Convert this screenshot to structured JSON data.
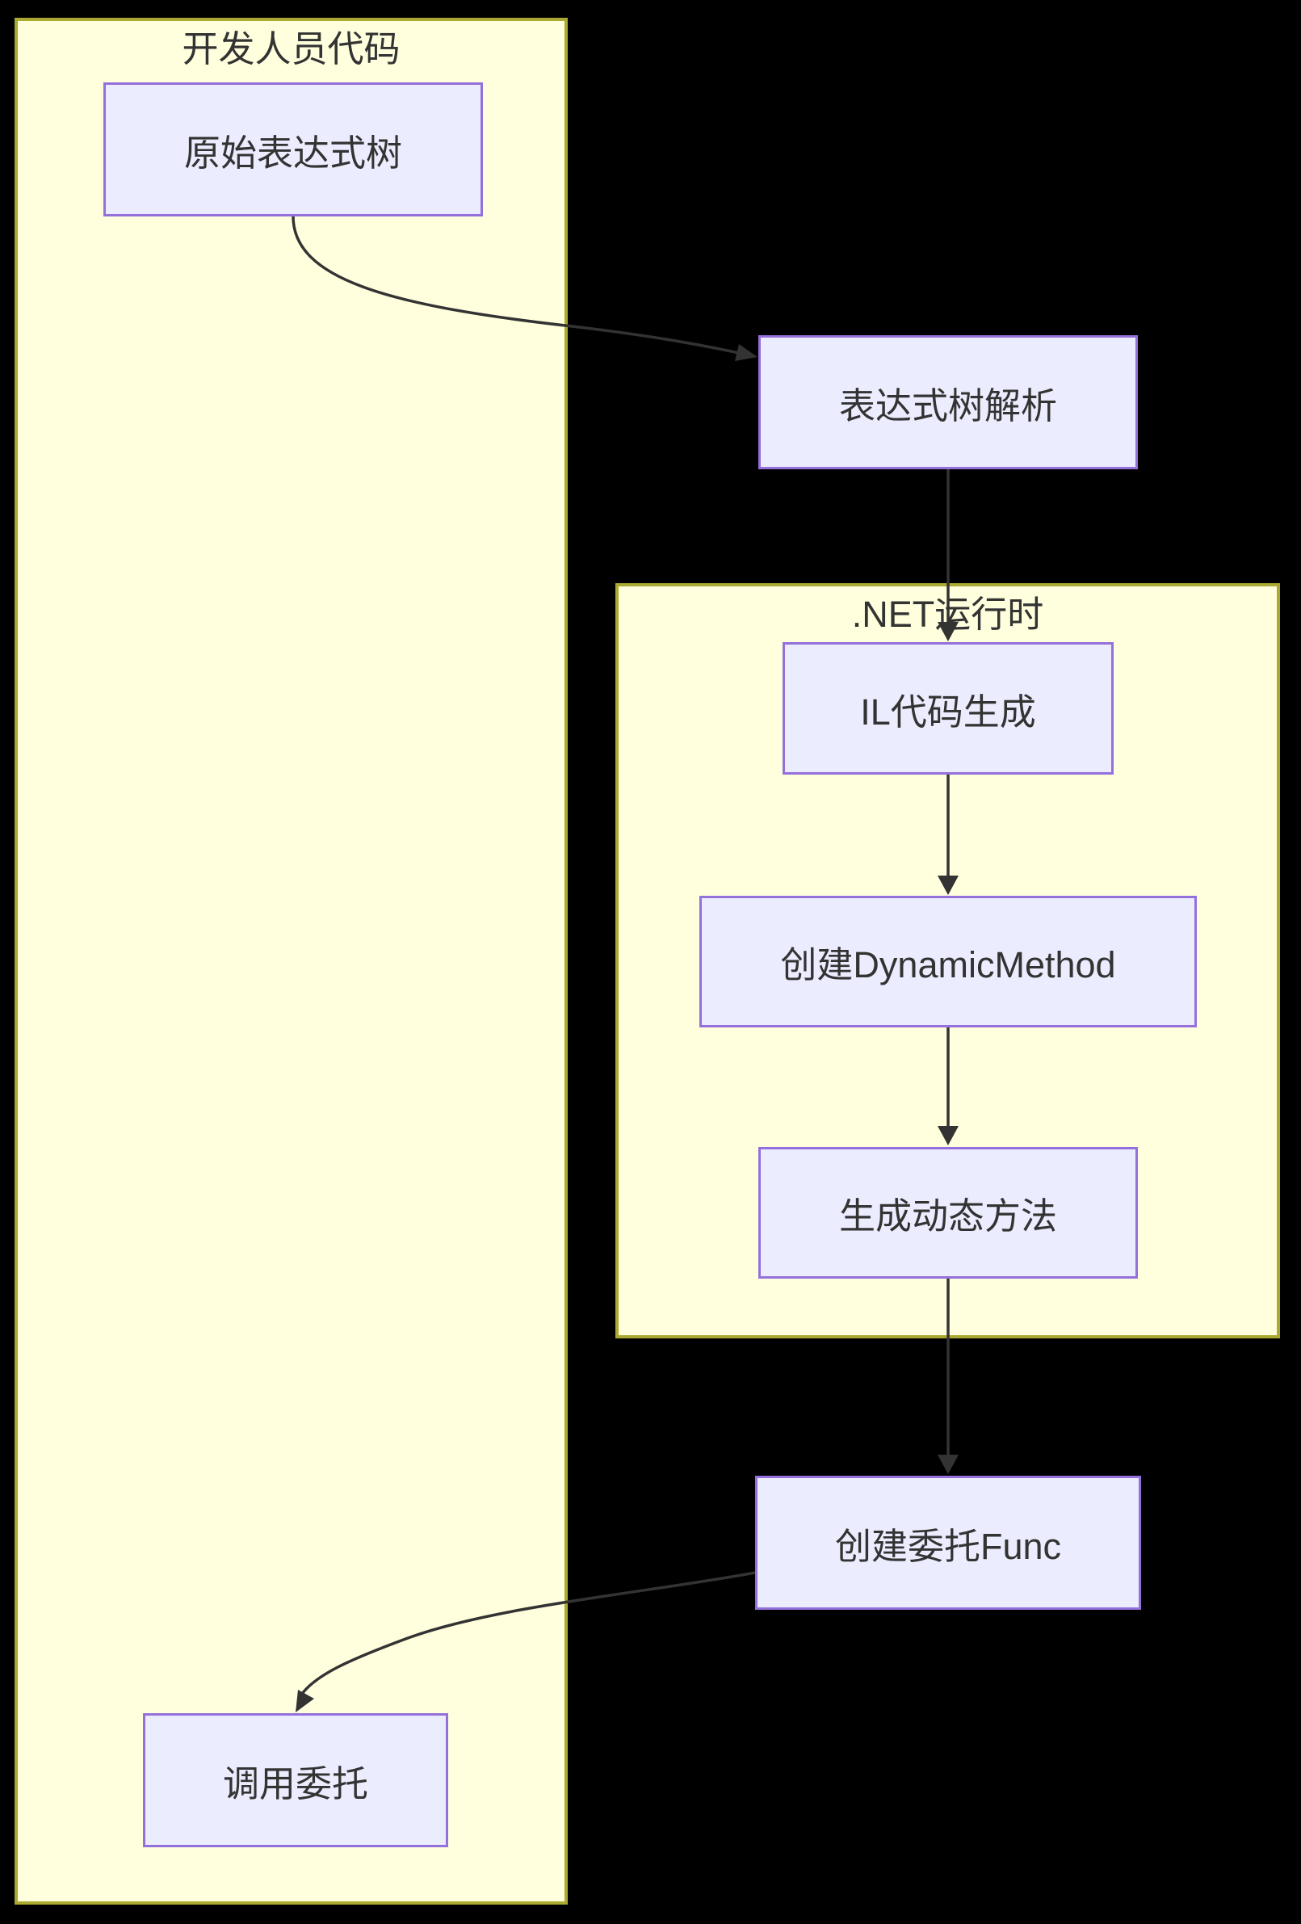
{
  "diagram": {
    "type": "flowchart",
    "direction": "top-down",
    "clusters": [
      {
        "id": "developer_code",
        "title": "开发人员代码",
        "nodes": [
          "original_expression_tree",
          "invoke_delegate"
        ]
      },
      {
        "id": "dotnet_runtime",
        "title": ".NET运行时",
        "nodes": [
          "il_code_generation",
          "create_dynamicmethod",
          "generate_dynamic_method"
        ]
      }
    ],
    "nodes": {
      "original_expression_tree": {
        "label": "原始表达式树",
        "cluster": "developer_code"
      },
      "expression_tree_parse": {
        "label": "表达式树解析",
        "cluster": ""
      },
      "il_code_generation": {
        "label": "IL代码生成",
        "cluster": "dotnet_runtime"
      },
      "create_dynamicmethod": {
        "label": "创建DynamicMethod",
        "cluster": "dotnet_runtime"
      },
      "generate_dynamic_method": {
        "label": "生成动态方法",
        "cluster": "dotnet_runtime"
      },
      "create_delegate_func": {
        "label": "创建委托Func",
        "cluster": ""
      },
      "invoke_delegate": {
        "label": "调用委托",
        "cluster": "developer_code"
      }
    },
    "edges": [
      {
        "from": "original_expression_tree",
        "to": "expression_tree_parse"
      },
      {
        "from": "expression_tree_parse",
        "to": "il_code_generation"
      },
      {
        "from": "il_code_generation",
        "to": "create_dynamicmethod"
      },
      {
        "from": "create_dynamicmethod",
        "to": "generate_dynamic_method"
      },
      {
        "from": "generate_dynamic_method",
        "to": "create_delegate_func"
      },
      {
        "from": "create_delegate_func",
        "to": "invoke_delegate"
      }
    ]
  },
  "colors": {
    "background": "#000000",
    "cluster_fill": "#FFFFDE",
    "cluster_border": "#AAAA33",
    "node_fill": "#ECECFF",
    "node_border": "#9370DB",
    "edge": "#333333",
    "text": "#333333"
  }
}
